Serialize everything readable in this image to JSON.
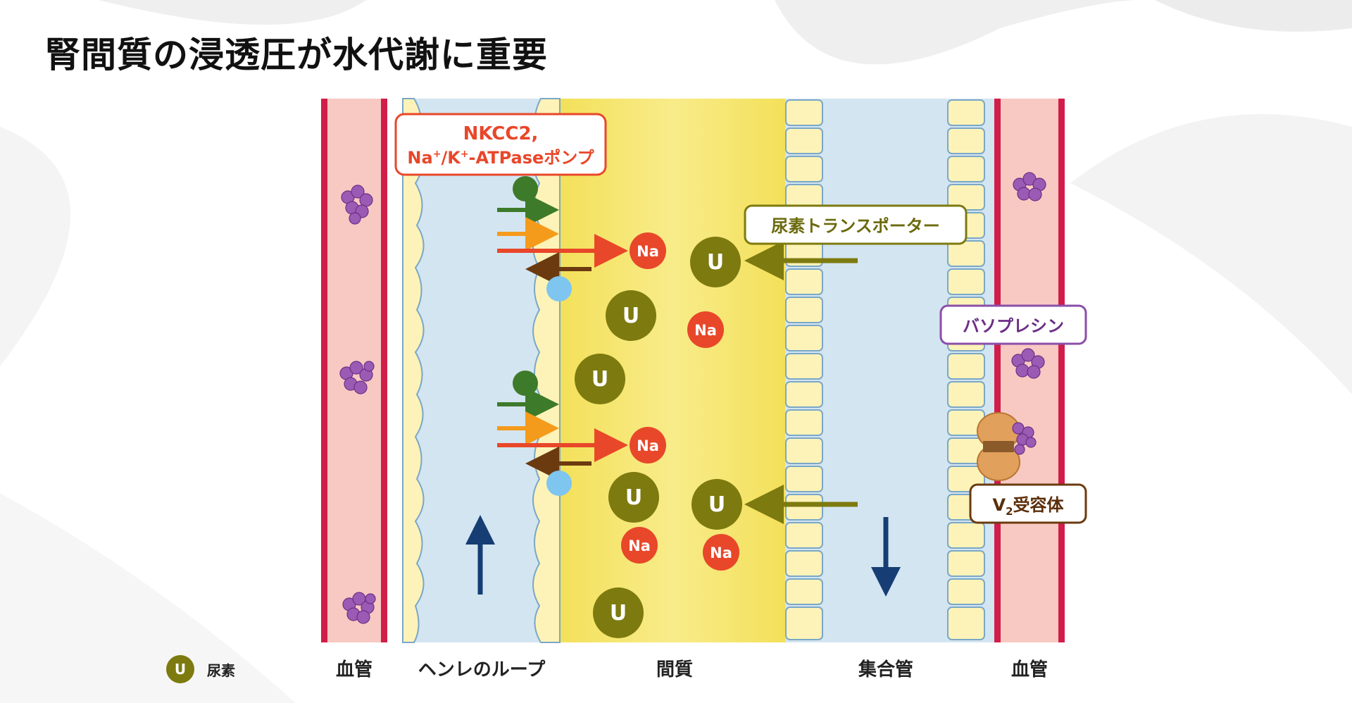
{
  "title": "腎間質の浸透圧が水代謝に重要",
  "callouts": {
    "nkcc2_line1": "NKCC2,",
    "nkcc2_line2_a": "Na",
    "nkcc2_line2_sup1": "+",
    "nkcc2_line2_b": "/K",
    "nkcc2_line2_sup2": "+",
    "nkcc2_line2_c": "-ATPaseポンプ",
    "urea_transporter": "尿素トランスポーター",
    "vasopressin": "バソプレシン",
    "v2_prefix": "V",
    "v2_sub": "2",
    "v2_suffix": "受容体"
  },
  "markers": {
    "urea": "U",
    "sodium": "Na"
  },
  "bottom_labels": {
    "blood_vessel_left": "血管",
    "loop_of_henle": "ヘンレのループ",
    "interstitium": "間質",
    "collecting_duct": "集合管",
    "blood_vessel_right": "血管"
  },
  "legend": {
    "symbol": "U",
    "label": "尿素"
  },
  "colors": {
    "vessel_fill": "#f7c9c2",
    "vessel_border": "#d11d4a",
    "tubule_fill": "#d3e5f1",
    "interstitium_fill": "#f5e66a",
    "cell_fill": "#fdf3b8",
    "urea": "#7d7a0f",
    "sodium": "#e8472a",
    "vasopressin": "#9b5bb4",
    "flow_arrow": "#163e74"
  }
}
